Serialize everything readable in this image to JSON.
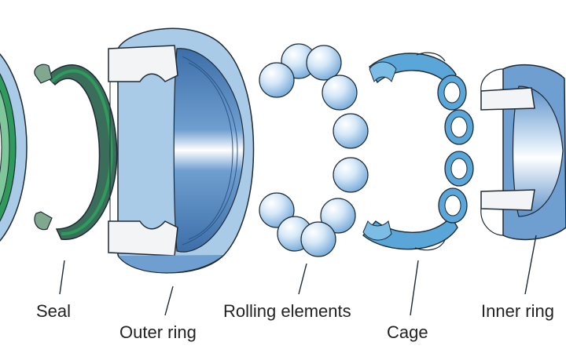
{
  "labels": {
    "seal": "Seal",
    "outer_ring": "Outer ring",
    "rolling_elements": "Rolling elements",
    "cage": "Cage",
    "inner_ring": "Inner ring"
  },
  "colors": {
    "steel_light": "#a9cbe8",
    "steel_mid": "#6f9fd0",
    "steel_dark": "#3d6ea8",
    "seal_green": "#2e9a5b",
    "seal_dark": "#3b6e5a",
    "cage_blue": "#5aa6d8",
    "ball": "#cfe4f5",
    "section": "#f2f4f6",
    "stroke": "#1e2a35"
  }
}
